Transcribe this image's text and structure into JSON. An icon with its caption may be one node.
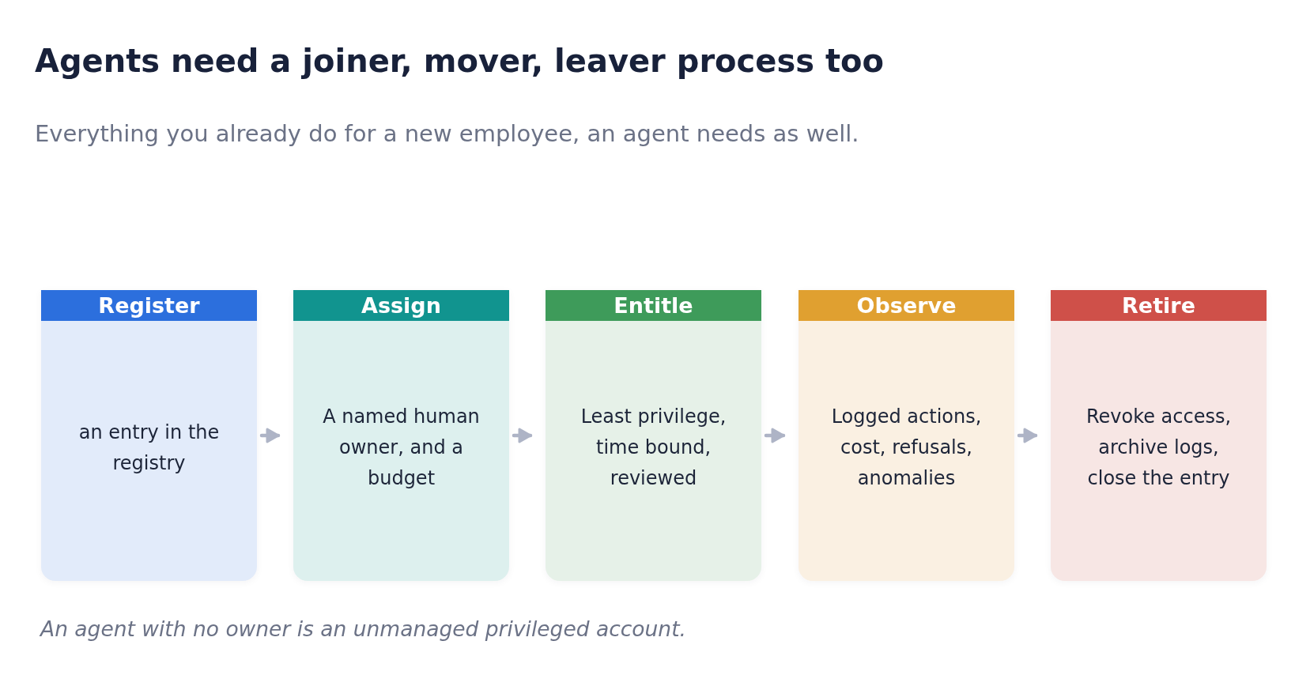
{
  "diagram": {
    "title": "Agents need a joiner, mover, leaver process too",
    "caption": "An agent with no owner is an unmanaged privileged account.",
    "nodes": [
      {
        "text": [
          "Register",
          "an entry in the registry"
        ]
      },
      {
        "text": [
          "Assign",
          "A named human owner, and a budget"
        ]
      },
      {
        "text": [
          "Entitle",
          "Least privilege, time bound, reviewed"
        ]
      },
      {
        "text": [
          "Observe",
          "Logged actions, cost, refusals, anomalies"
        ]
      },
      {
        "text": [
          "Retire",
          "Revoke access, archive logs, close the entry"
        ]
      }
    ],
    "edges": [
      {
        "from": 0,
        "to": 1,
        "arrow": "to"
      },
      {
        "from": 1,
        "to": 2,
        "arrow": "to"
      },
      {
        "from": 2,
        "to": 3,
        "arrow": "to"
      },
      {
        "from": 3,
        "to": 4,
        "arrow": "to"
      }
    ],
    "labels": [
      "Everything you already do for a new employee, an agent needs as well."
    ]
  }
}
